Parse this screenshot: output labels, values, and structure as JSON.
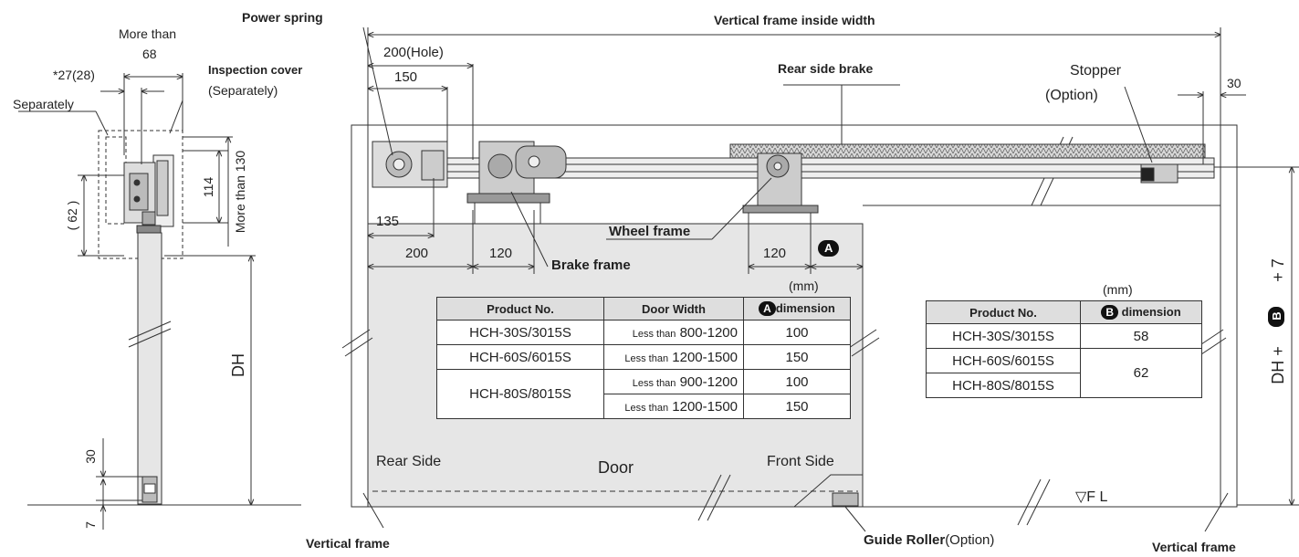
{
  "labels": {
    "power_spring": "Power spring",
    "vertical_frame_inside_width": "Vertical frame inside width",
    "hole_200": "200(Hole)",
    "dim_150": "150",
    "rear_side_brake": "Rear side brake",
    "stopper": "Stopper",
    "option": "(Option)",
    "dim_30_right": "30",
    "more_than": "More than",
    "dim_68": "68",
    "dim_27": "*27(28)",
    "separately": "Separately",
    "inspection_cover": "Inspection cover",
    "inspection_separately": "(Separately)",
    "dim_62_paren": "( 62 )",
    "dim_114": "114",
    "more_than_130": "More than 130",
    "dim_dh_left": "DH",
    "dim_30_left": "30",
    "dim_7": "7",
    "dim_135": "135",
    "dim_200": "200",
    "dim_120_a": "120",
    "dim_120_b": "120",
    "wheel_frame": "Wheel frame",
    "brake_frame": "Brake frame",
    "marker_a": "A",
    "marker_b": "B",
    "rear_side": "Rear Side",
    "door": "Door",
    "front_side": "Front Side",
    "fl": "▽F L",
    "vertical_frame_left": "Vertical frame",
    "vertical_frame_right": "Vertical frame",
    "guide_roller": "Guide Roller",
    "guide_roller_option": "(Option)",
    "dh_right_1": "DH +",
    "dh_right_2": "+ 7"
  },
  "table_a": {
    "unit": "(mm)",
    "headers": [
      "Product No.",
      "Door Width",
      "dimension"
    ],
    "marker": "A",
    "rows": [
      {
        "product": "HCH-30S/3015S",
        "prefix": "Less than",
        "range": "800-1200",
        "dim": "100"
      },
      {
        "product": "HCH-60S/6015S",
        "prefix": "Less than",
        "range": "1200-1500",
        "dim": "150"
      },
      {
        "product": "HCH-80S/8015S",
        "prefix": "Less than",
        "range": "900-1200",
        "dim": "100"
      },
      {
        "product": "",
        "prefix": "Less than",
        "range": "1200-1500",
        "dim": "150"
      }
    ]
  },
  "table_b": {
    "unit": "(mm)",
    "headers": [
      "Product No.",
      "dimension"
    ],
    "marker": "B",
    "rows": [
      {
        "product": "HCH-30S/3015S",
        "dim": "58"
      },
      {
        "product": "HCH-60S/6015S",
        "dim": "62"
      },
      {
        "product": "HCH-80S/8015S",
        "dim": ""
      }
    ]
  },
  "colors": {
    "line": "#333333",
    "door_fill": "#e6e6e6",
    "header_fill": "#dedede",
    "marker": "#111111"
  }
}
